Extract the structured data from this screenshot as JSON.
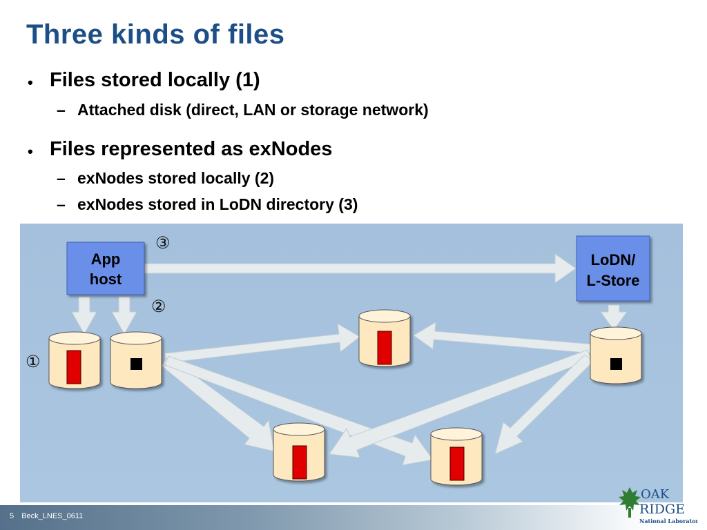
{
  "slide": {
    "title": "Three kinds of files",
    "bullets": [
      {
        "text": "Files stored locally (1)",
        "marker": "•",
        "sub": [
          {
            "text": "Attached disk (direct, LAN or storage network)",
            "marker": "–"
          }
        ]
      },
      {
        "text": "Files represented as exNodes",
        "marker": "•",
        "sub": [
          {
            "text": "exNodes stored locally (2)",
            "marker": "–"
          },
          {
            "text": "exNodes stored in LoDN directory (3)",
            "marker": "–"
          }
        ]
      }
    ]
  },
  "diagram": {
    "app_host_label": [
      "App",
      "host"
    ],
    "lodn_label": [
      "LoDN/",
      "L-Store"
    ],
    "markers": {
      "one": "①",
      "two": "②",
      "three": "③"
    },
    "colors": {
      "background": "#a8c4de",
      "box_fill": "#6b8fe8",
      "disk_fill": "#fde8bf",
      "file_red": "#e00000",
      "arrow_fill": "#e6ecee"
    }
  },
  "footer": {
    "page_number": "5",
    "deck_name": "Beck_LNES_0611"
  },
  "logo": {
    "line1": "OAK",
    "line2": "RIDGE",
    "line3": "National Laboratory"
  }
}
